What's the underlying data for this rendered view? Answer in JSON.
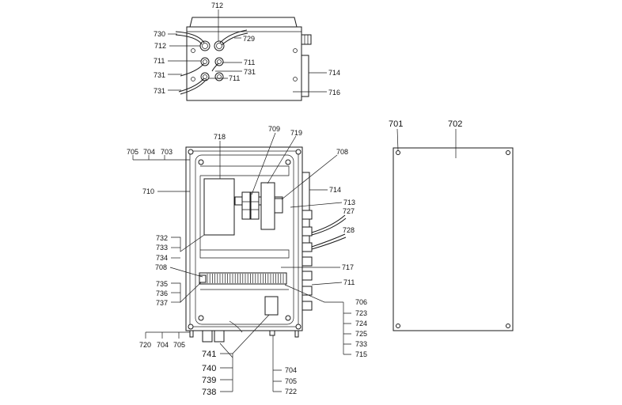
{
  "top_view": {
    "labels": {
      "l712_top": "712",
      "l730": "730",
      "l712_left": "712",
      "l729": "729",
      "l711_a": "711",
      "l711_b": "711",
      "l731_a": "731",
      "l731_b": "731",
      "l711_c": "711",
      "l731_c": "731",
      "l714": "714",
      "l716": "716"
    }
  },
  "front_view": {
    "labels": {
      "l705": "705",
      "l704": "704",
      "l703": "703",
      "l718": "718",
      "l709": "709",
      "l719": "719",
      "l708_r": "708",
      "l710": "710",
      "l714": "714",
      "l713": "713",
      "l727": "727",
      "l728": "728",
      "l732": "732",
      "l733": "733",
      "l734": "734",
      "l717": "717",
      "l708_l": "708",
      "l711": "711",
      "l735": "735",
      "l736": "736",
      "l737": "737",
      "l706": "706",
      "l723": "723",
      "l724": "724",
      "l725": "725",
      "l733_r": "733",
      "l715": "715",
      "l720": "720",
      "l704_b": "704",
      "l705_b": "705",
      "l741": "741",
      "l740": "740",
      "l739": "739",
      "l738": "738",
      "l704_c": "704",
      "l705_c": "705",
      "l722": "722"
    }
  },
  "cover_view": {
    "labels": {
      "l701": "701",
      "l702": "702"
    }
  }
}
